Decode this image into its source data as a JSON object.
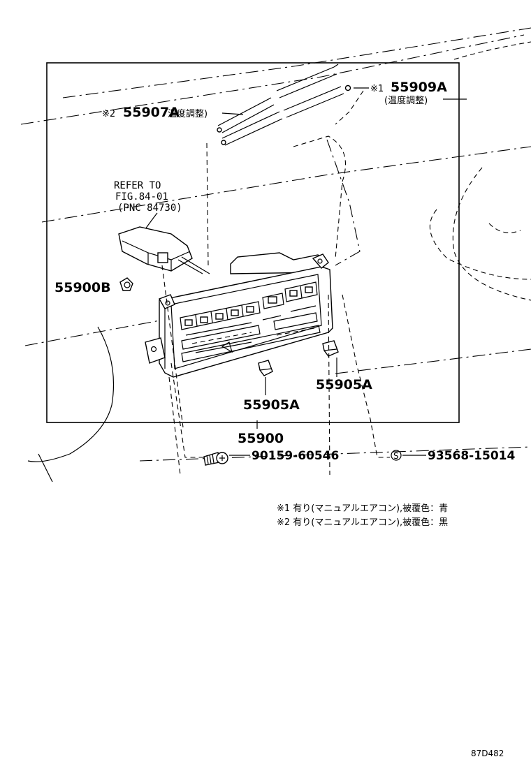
{
  "diagram": {
    "labels": {
      "part_55909a": "55909A",
      "part_55909a_sub": "(温度調整)",
      "mark_1": "※1",
      "part_55907a": "55907A",
      "part_55907a_sub": "温度調整)",
      "mark_2": "※2",
      "refer_line1": "REFER TO",
      "refer_line2": "FIG.84-01",
      "refer_line3": "(PNC 84730)",
      "part_55900b": "55900B",
      "part_55905a_right": "55905A",
      "part_55905a_left": "55905A",
      "part_55900": "55900",
      "part_90159": "90159-60546",
      "part_93568": "93568-15014",
      "screw_mark": "S"
    },
    "notes": [
      "※1 有り(マニュアルエアコン),被覆色：青",
      "※2 有り(マニュアルエアコン),被覆色：黒"
    ],
    "figure_code": "87D482"
  }
}
